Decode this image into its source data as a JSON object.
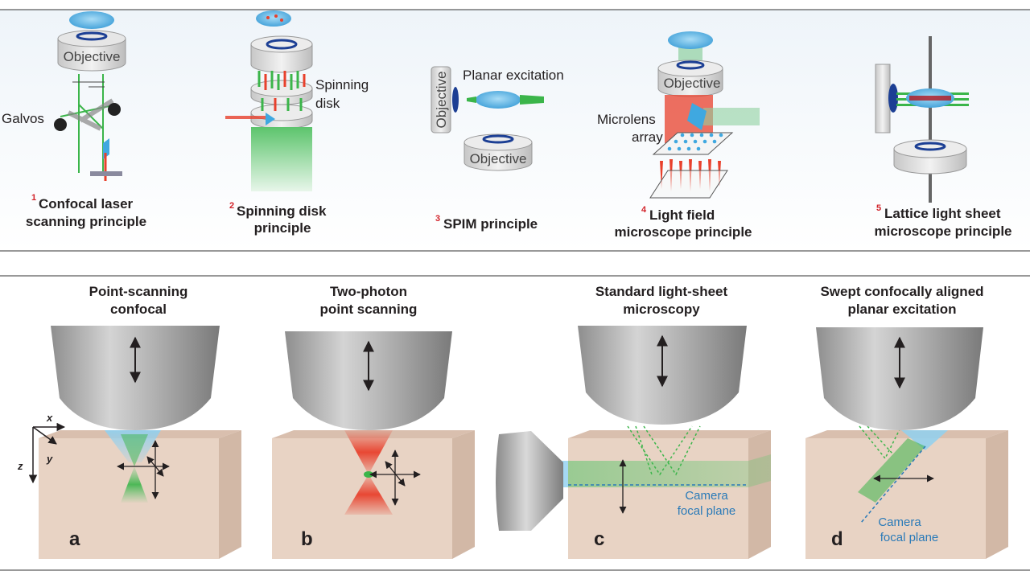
{
  "top": {
    "items": [
      {
        "num": "1",
        "caption": [
          "Confocal laser",
          "scanning principle"
        ],
        "labels": {
          "objective": "Objective",
          "galvos": "Galvos"
        }
      },
      {
        "num": "2",
        "caption": [
          "Spinning disk",
          "principle"
        ],
        "labels": {
          "spinning": "Spinning",
          "disk": "disk"
        }
      },
      {
        "num": "3",
        "caption": [
          "SPIM principle"
        ],
        "labels": {
          "planar": "Planar excitation",
          "objective_side": "Objective",
          "objective_bottom": "Objective"
        }
      },
      {
        "num": "4",
        "caption": [
          "Light field",
          "microscope principle"
        ],
        "labels": {
          "objective": "Objective",
          "microlens": "Microlens",
          "array": "array"
        }
      },
      {
        "num": "5",
        "caption": [
          "Lattice light sheet",
          "microscope principle"
        ],
        "labels": {}
      }
    ]
  },
  "bottom": {
    "axes": {
      "x": "x",
      "y": "y",
      "z": "z"
    },
    "panels": [
      {
        "letter": "a",
        "title": [
          "Point-scanning",
          "confocal"
        ]
      },
      {
        "letter": "b",
        "title": [
          "Two-photon",
          "point scanning"
        ]
      },
      {
        "letter": "c",
        "title": [
          "Standard light-sheet",
          "microscopy"
        ],
        "note": [
          "Camera",
          "focal plane"
        ]
      },
      {
        "letter": "d",
        "title": [
          "Swept confocally aligned",
          "planar excitation"
        ],
        "note": [
          "Camera",
          "focal plane"
        ]
      }
    ]
  },
  "colors": {
    "frame_top": "#eaf2f8",
    "block": "#e8d3c4",
    "objective": "#b7b7b7",
    "lens_blue": "#5ab4e6",
    "ring_blue": "#1c3f94",
    "green": "#3bb54a",
    "red": "#e8402c",
    "note_blue": "#2a7ab8"
  }
}
